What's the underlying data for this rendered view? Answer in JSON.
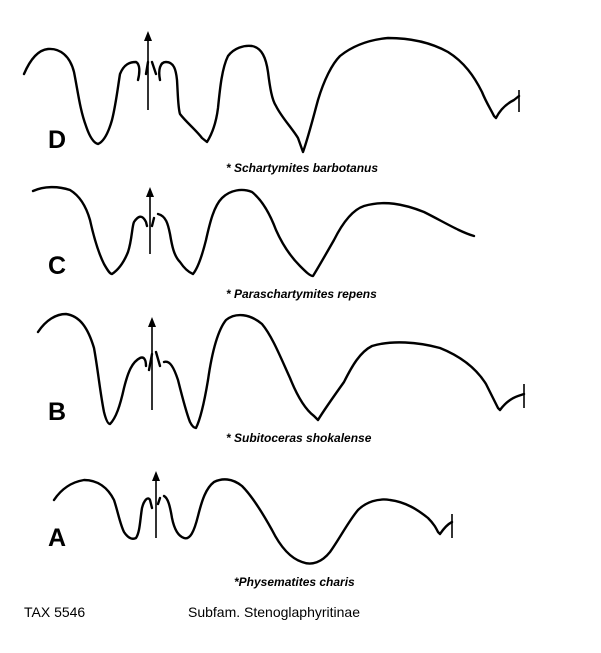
{
  "panels": {
    "d": {
      "letter": "D",
      "species": "* Schartymites barbotanus"
    },
    "c": {
      "letter": "C",
      "species": "* Paraschartymites repens"
    },
    "b": {
      "letter": "B",
      "species": "* Subitoceras shokalense"
    },
    "a": {
      "letter": "A",
      "species": "*Physematites charis"
    }
  },
  "footer": {
    "tax_id": "TAX 5546",
    "subfamily": "Subfam. Stenoglaphyritinae"
  }
}
